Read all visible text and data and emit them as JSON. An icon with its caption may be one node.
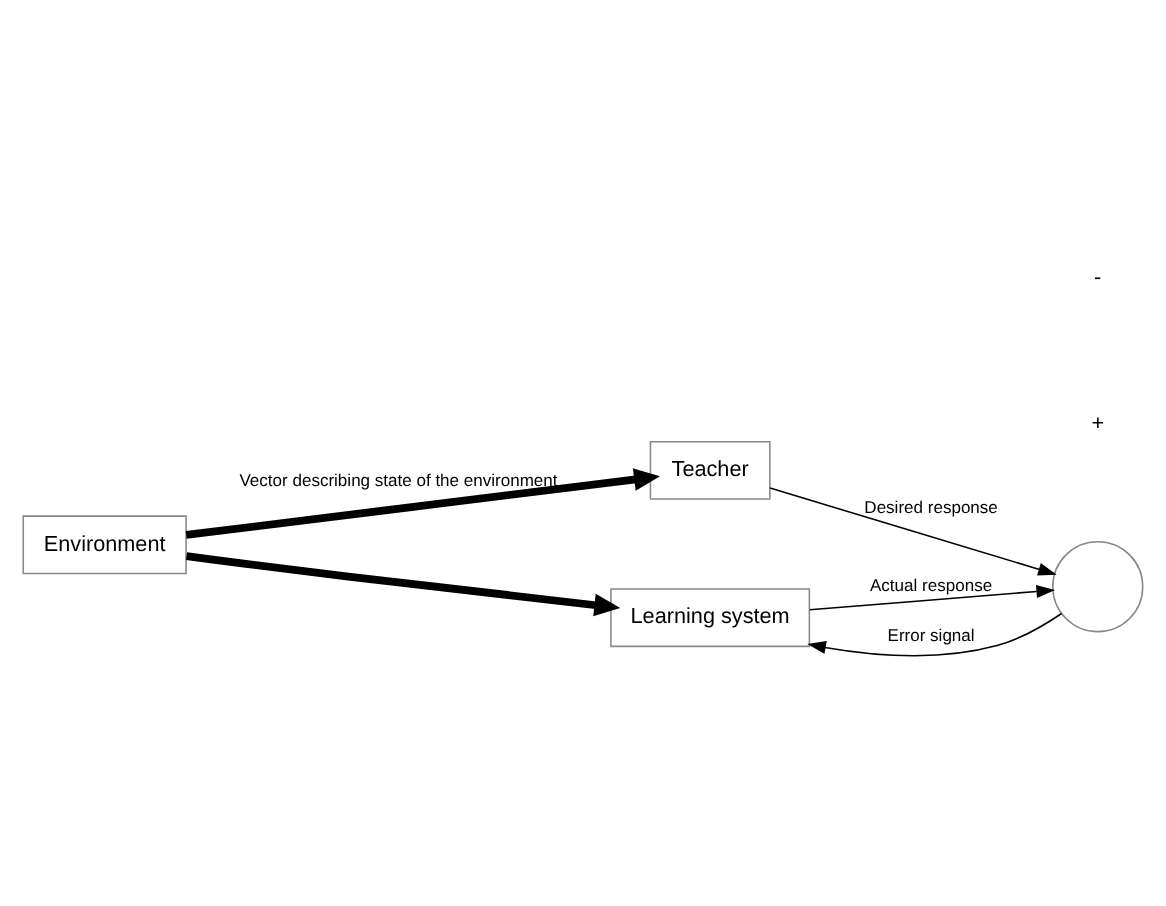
{
  "diagram": {
    "nodes": [
      {
        "text": [
          "Environment"
        ]
      },
      {
        "text": [
          "Teacher"
        ]
      },
      {
        "text": [
          "Learning system"
        ]
      },
      {
        "text": [],
        "shape": "circle"
      }
    ],
    "edges": [
      {
        "from": 0,
        "to": 1,
        "arrow": "to",
        "style": "thick",
        "label": "Vector describing state of the environment"
      },
      {
        "from": 0,
        "to": 2,
        "arrow": "to",
        "style": "thick"
      },
      {
        "from": 1,
        "to": 3,
        "arrow": "to",
        "label": "Desired response"
      },
      {
        "from": 2,
        "to": 3,
        "arrow": "to",
        "label": "Actual response"
      },
      {
        "from": 3,
        "to": 2,
        "arrow": "to",
        "label": "Error signal"
      }
    ],
    "labels": [
      "+",
      "-"
    ]
  }
}
